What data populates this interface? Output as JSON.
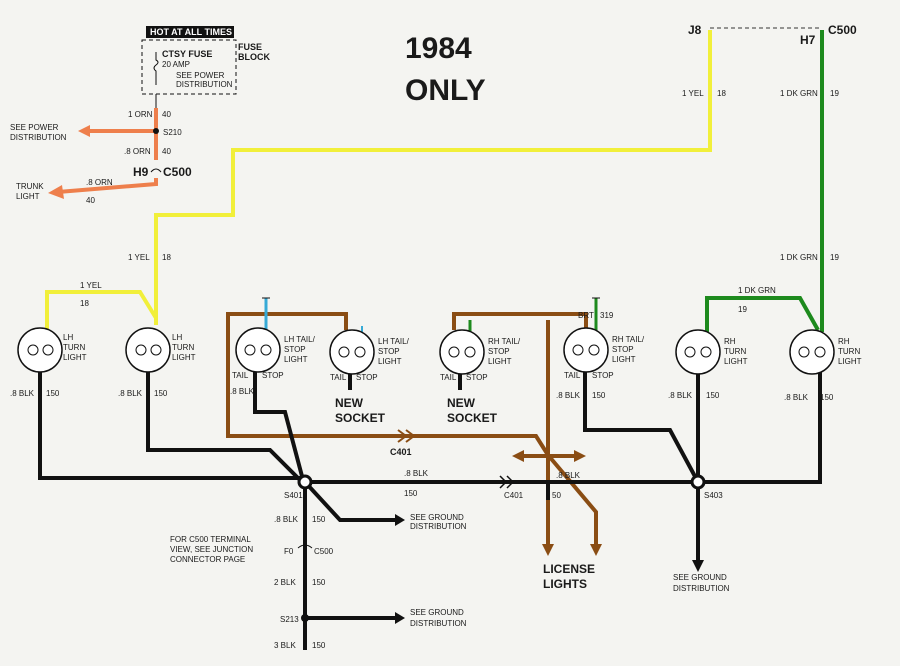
{
  "title": {
    "line1": "1984",
    "line2": "ONLY"
  },
  "fuse": {
    "hot_header": "HOT AT ALL TIMES",
    "ctsy_fuse": "CTSY FUSE",
    "amps": "20 AMP",
    "see_power": "SEE POWER",
    "distribution": "DISTRIBUTION",
    "fuse_block_1": "FUSE",
    "fuse_block_2": "BLOCK"
  },
  "left_top": {
    "see_power_1": "SEE POWER",
    "see_power_2": "DISTRIBUTION",
    "orn_top_label": "1 ORN",
    "orn_top_gauge": "40",
    "s210": "S210",
    "orn_mid_label": ".8 ORN",
    "orn_mid_gauge": "40",
    "h9": "H9",
    "c500": "C500",
    "trunk_1": "TRUNK",
    "trunk_2": "LIGHT",
    "orn_trunk_label": ".8 ORN",
    "orn_trunk_gauge": "40"
  },
  "yellow": {
    "yel_left_label": "1 YEL",
    "yel_left_gauge": "18",
    "yel_branch_label": "1 YEL",
    "yel_branch_gauge": "18",
    "yel_right_label": "1 YEL",
    "yel_right_gauge": "18"
  },
  "top_right": {
    "j8": "J8",
    "h7": "H7",
    "c500": "C500",
    "grn_top_label": "1 DK GRN",
    "grn_top_gauge": "19",
    "grn_mid_label": "1 DK GRN",
    "grn_mid_gauge": "19",
    "grn_branch_label": "1 DK GRN",
    "grn_branch_gauge": "19"
  },
  "lights": {
    "lh_turn_1": {
      "l1": "LH",
      "l2": "TURN",
      "l3": "LIGHT"
    },
    "lh_turn_2": {
      "l1": "LH",
      "l2": "TURN",
      "l3": "LIGHT"
    },
    "lh_tail_1": {
      "l1": "LH TAIL/",
      "l2": "STOP",
      "l3": "LIGHT"
    },
    "lh_tail_2": {
      "l1": "LH TAIL/",
      "l2": "STOP",
      "l3": "LIGHT"
    },
    "rh_tail_1": {
      "l1": "RH TAIL/",
      "l2": "STOP",
      "l3": "LIGHT"
    },
    "rh_tail_2": {
      "l1": "RH TAIL/",
      "l2": "STOP",
      "l3": "LIGHT"
    },
    "rh_turn_1": {
      "l1": "RH",
      "l2": "TURN",
      "l3": "LIGHT"
    },
    "rh_turn_2": {
      "l1": "RH",
      "l2": "TURN",
      "l3": "LIGHT"
    },
    "tail": "TAIL",
    "stop": "STOP",
    "brt": "BRT",
    "brt_gauge": "319"
  },
  "annotations": {
    "new_socket_1": "NEW",
    "new_socket_2": "SOCKET",
    "license_1": "LICENSE",
    "license_2": "LIGHTS"
  },
  "grounds": {
    "blk_8": ".8 BLK",
    "blk_2": "2 BLK",
    "blk_3": "3 BLK",
    "g150": "150",
    "s401": "S401",
    "s403": "S403",
    "s213": "S213",
    "c401": "C401",
    "f0": "F0",
    "c500": "C500",
    "see_ground_1": "SEE GROUND",
    "see_ground_2": "DISTRIBUTION",
    "c500_note_1": "FOR C500 TERMINAL",
    "c500_note_2": "VIEW, SEE JUNCTION",
    "c500_note_3": "CONNECTOR PAGE",
    "blk_license_1": ".8 BLK",
    "blk_license_2": "50"
  }
}
